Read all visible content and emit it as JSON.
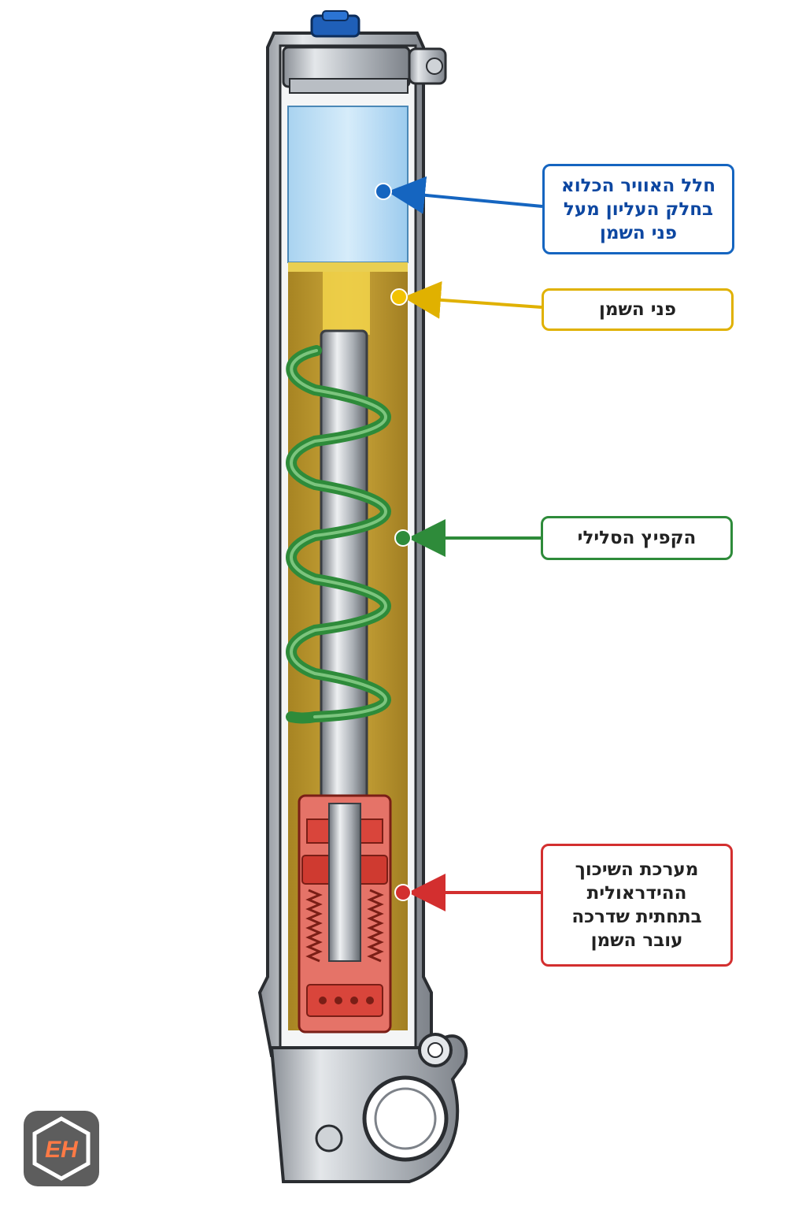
{
  "labels": {
    "air": {
      "lines": [
        "חלל האוויר הכלוא",
        "בחלק העליון מעל",
        "פני השמן"
      ],
      "color": "#1565c0"
    },
    "oil": {
      "lines": [
        "פני השמן"
      ],
      "color": "#e0b100"
    },
    "spring": {
      "lines": [
        "הקפיץ הסלילי"
      ],
      "color": "#2e8b3a"
    },
    "damper": {
      "lines": [
        "מערכת השיכוך",
        "ההידראולית",
        "בתחתית שדרכה",
        "עובר השמן"
      ],
      "color": "#d32f2f"
    }
  },
  "logo": {
    "text": "EH",
    "icon": "hexagon-logo-icon"
  }
}
